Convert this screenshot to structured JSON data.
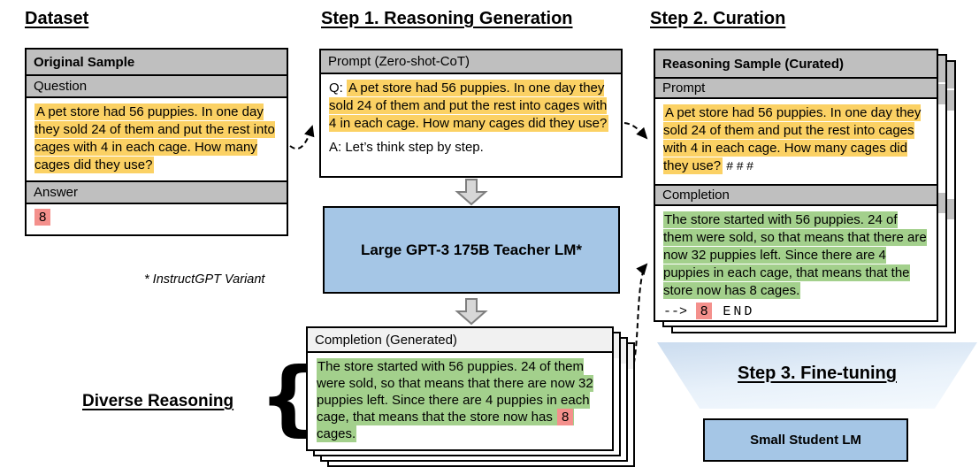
{
  "headings": {
    "dataset": "Dataset",
    "step1": "Step 1. Reasoning Generation",
    "step2": "Step 2. Curation",
    "step3": "Step 3. Fine-tuning",
    "diverse_reasoning": "Diverse Reasoning",
    "brace": "{"
  },
  "shared": {
    "question": "A pet store had 56 puppies. In one day they sold 24 of them and put the rest into cages with 4 in each cage. How many cages did they use?",
    "answer": "8"
  },
  "dataset_box": {
    "title": "Original Sample",
    "question_label": "Question",
    "answer_label": "Answer"
  },
  "step1": {
    "prompt_header": "Prompt (Zero-shot-CoT)",
    "q_prefix": "Q: ",
    "a_line": "A: Let’s think step by step.",
    "teacher_model": "Large GPT-3 175B Teacher LM*",
    "footnote": "* InstructGPT Variant",
    "completion_header": "Completion (Generated)",
    "completion_before": "The store started with 56 puppies. 24 of them were sold, so that means that there are now 32 puppies left.  Since there are 4 puppies in each cage, that means that the store now has ",
    "completion_after": " cages."
  },
  "step2": {
    "box_title": "Reasoning Sample (Curated)",
    "prompt_label": "Prompt",
    "prompt_delimiter": "###",
    "completion_label": "Completion",
    "completion_text": "The store started with 56 puppies. 24 of them were sold, so that means that there are now 32 puppies left.  Since there are 4 puppies in each cage, that means that the store now has 8 cages.",
    "answer_arrow": "-->",
    "end_token": "END"
  },
  "step3": {
    "student_model": "Small Student LM"
  },
  "colors": {
    "highlight_yellow": "#FBD164",
    "highlight_green": "#A3D08C",
    "highlight_red": "#F4908C",
    "model_blue": "#A5C6E6",
    "header_gray": "#BFBFBF",
    "header_light_gray": "#F1F1F1",
    "funnel_blue": "#CBDCEF"
  }
}
